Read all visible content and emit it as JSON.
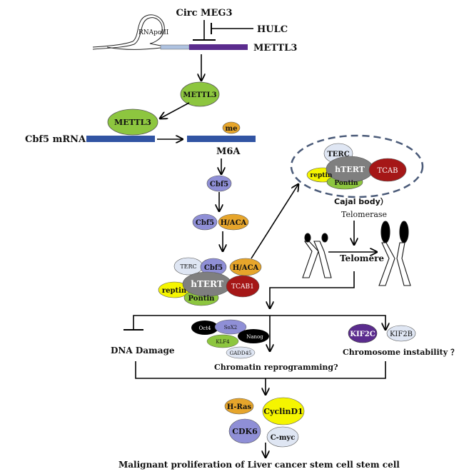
{
  "top": {
    "circ_meg3": "Circ MEG3",
    "hulc": "HULC",
    "rnapol": "RNApolII",
    "mettl3_gene": "METTL3"
  },
  "mettl3": {
    "protein": "METTL3",
    "protein_bound": "METTL3"
  },
  "mrna": {
    "cbf5_mrna": "Cbf5 mRNA",
    "me": "me",
    "m6a": "M6A"
  },
  "cascade": {
    "cbf5_a": "Cbf5",
    "cbf5_b": "Cbf5",
    "haca_b": "H/ACA"
  },
  "complex_left": {
    "terc": "TERC",
    "cbf5": "Cbf5",
    "haca": "H/ACA",
    "htert": "hTERT",
    "tcab1": "TCAB1",
    "reptin": "reptin",
    "pontin": "Pontin"
  },
  "cajal": {
    "terc": "TERC",
    "htert": "hTERT",
    "tcab": "TCAB",
    "reptin": "reptin",
    "pontin": "Pontin",
    "label": "Cajal body）"
  },
  "telomere": {
    "telomerase": "Telomerase",
    "telomere": "Telomere"
  },
  "effects": {
    "dna_damage": "DNA Damage",
    "chromatin": "Chromatin reprogramming?",
    "chromosome": "Chromosome instability ？",
    "oct4": "Oct4",
    "sox2": "SoX2",
    "nanog": "Nanog",
    "klf4": "KLF4",
    "gadd45": "GADD45",
    "kif2c": "KIF2C",
    "kif2b": "KIF2B"
  },
  "bottom": {
    "hras": "H-Ras",
    "cyclind1": "CyclinD1",
    "cdk6": "CDK6",
    "cmyc": "C-myc",
    "final": "Malignant proliferation of Liver cancer stem cell  stem cell"
  },
  "colors": {
    "green": "#8dc63f",
    "purple": "#8f8fd6",
    "orange": "#e6a52b",
    "red": "#a51717",
    "gray": "#7f7f7f",
    "yellow": "#f5f500",
    "lightblue": "#dfe6f3",
    "mrna_blue": "#3154a3",
    "dark_purple": "#5b2c8e",
    "black": "#000000"
  }
}
